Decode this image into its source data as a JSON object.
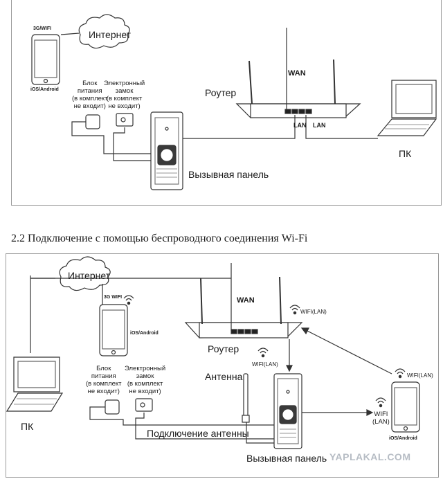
{
  "section_heading": "2.2 Подключение с помощью беспроводного соединения Wi-Fi",
  "diagram_top": {
    "internet": "Интернет",
    "phone_network": "3G/WIFI",
    "phone_os": "iOS/Android",
    "power_supply": "Блок\nпитания\n(в комплект\nне входит)",
    "electronic_lock": "Электронный\nзамок\n(в комплект\nне входит)",
    "router": "Роутер",
    "wan": "WAN",
    "lan_1": "LAN",
    "lan_2": "LAN",
    "pc": "ПК",
    "call_panel": "Вызывная панель"
  },
  "diagram_bottom": {
    "internet": "Интернет",
    "phone_network": "3G WIFI",
    "phone_os": "iOS/Android",
    "wan": "WAN",
    "router": "Роутер",
    "wifi_lan_router": "WIFI(LAN)",
    "wifi_lan_panel": "WIFI(LAN)",
    "wifi_lan_right_phone": "WIFI(LAN)",
    "wifi_lan_arrow": "WIFI\n(LAN)",
    "right_phone_os": "iOS/Android",
    "antenna": "Антенна",
    "power_supply": "Блок\nпитания\n(в комплект\nне входит)",
    "electronic_lock": "Электронный\nзамок\n(в комплект\nне входит)",
    "pc": "ПК",
    "antenna_connection": "Подключение антенны",
    "call_panel": "Вызывная панель"
  },
  "watermark": "YAPLAKAL.COM"
}
